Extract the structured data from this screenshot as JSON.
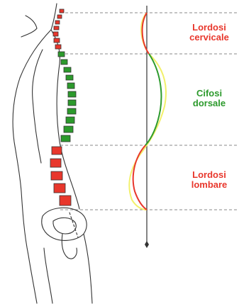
{
  "colors": {
    "lordosis": "#e8372c",
    "kyphosis": "#2c9a2c",
    "ideal_curve": "#f2f06a",
    "outline": "#333333",
    "guide_lines": "#888888"
  },
  "regions": [
    {
      "key": "cervical",
      "line1": "Lordosi",
      "line2": "cervicale",
      "color": "#e8372c"
    },
    {
      "key": "dorsal",
      "line1": "Cifosi",
      "line2": "dorsale",
      "color": "#2c9a2c"
    },
    {
      "key": "lumbar",
      "line1": "Lordosi",
      "line2": "lombare",
      "color": "#e8372c"
    }
  ]
}
